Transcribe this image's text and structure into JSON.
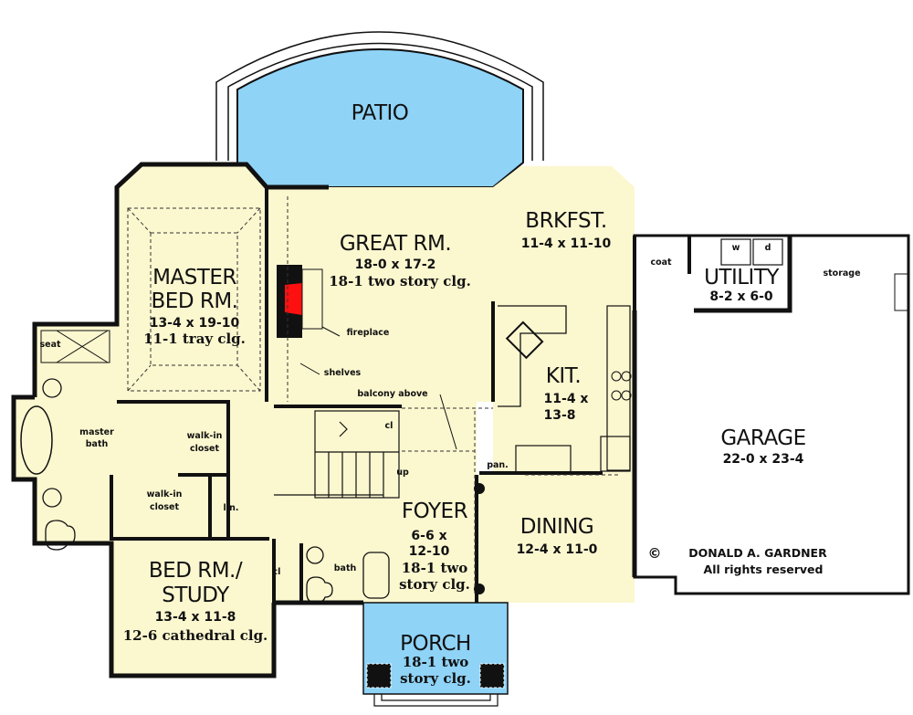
{
  "colors": {
    "interior": "#fbf7cf",
    "patio": "#8fd3f7",
    "wall": "#111111",
    "fireplace": "#ff1010",
    "garage": "#ffffff"
  },
  "rooms": {
    "patio": {
      "name": "PATIO"
    },
    "great_room": {
      "name": "GREAT RM.",
      "dims": "18-0 x 17-2",
      "ceiling": "18-1 two story clg."
    },
    "breakfast": {
      "name": "BRKFST.",
      "dims": "11-4 x 11-10"
    },
    "utility": {
      "name": "UTILITY",
      "dims": "8-2 x 6-0"
    },
    "master_bed": {
      "name_line1": "MASTER",
      "name_line2": "BED RM.",
      "dims": "13-4 x 19-10",
      "ceiling": "11-1 tray clg."
    },
    "kitchen": {
      "name": "KIT.",
      "dims_line1": "11-4 x",
      "dims_line2": "13-8"
    },
    "garage": {
      "name": "GARAGE",
      "dims": "22-0 x 23-4"
    },
    "foyer": {
      "name": "FOYER",
      "dims_line1": "6-6 x",
      "dims_line2": "12-10",
      "ceiling_line1": "18-1 two",
      "ceiling_line2": "story clg."
    },
    "dining": {
      "name": "DINING",
      "dims": "12-4 x 11-0"
    },
    "bed_study": {
      "name_line1": "BED RM./",
      "name_line2": "STUDY",
      "dims": "13-4 x 11-8",
      "ceiling": "12-6 cathedral clg."
    },
    "porch": {
      "name": "PORCH",
      "ceiling_line1": "18-1 two",
      "ceiling_line2": "story clg."
    }
  },
  "annotations": {
    "fireplace": "fireplace",
    "shelves": "shelves",
    "balcony": "balcony above",
    "coat": "coat",
    "washer": "w",
    "dryer": "d",
    "storage": "storage",
    "seat": "seat",
    "master_bath_1": "master",
    "master_bath_2": "bath",
    "walkin1_1": "walk-in",
    "walkin1_2": "closet",
    "walkin2_1": "walk-in",
    "walkin2_2": "closet",
    "linen": "lin.",
    "closet_stair": "cl",
    "closet_study": "cl",
    "up": "up",
    "pantry": "pan.",
    "bath": "bath"
  },
  "copyright": {
    "symbol": "©",
    "line1": "DONALD A. GARDNER",
    "line2": "All rights reserved"
  }
}
